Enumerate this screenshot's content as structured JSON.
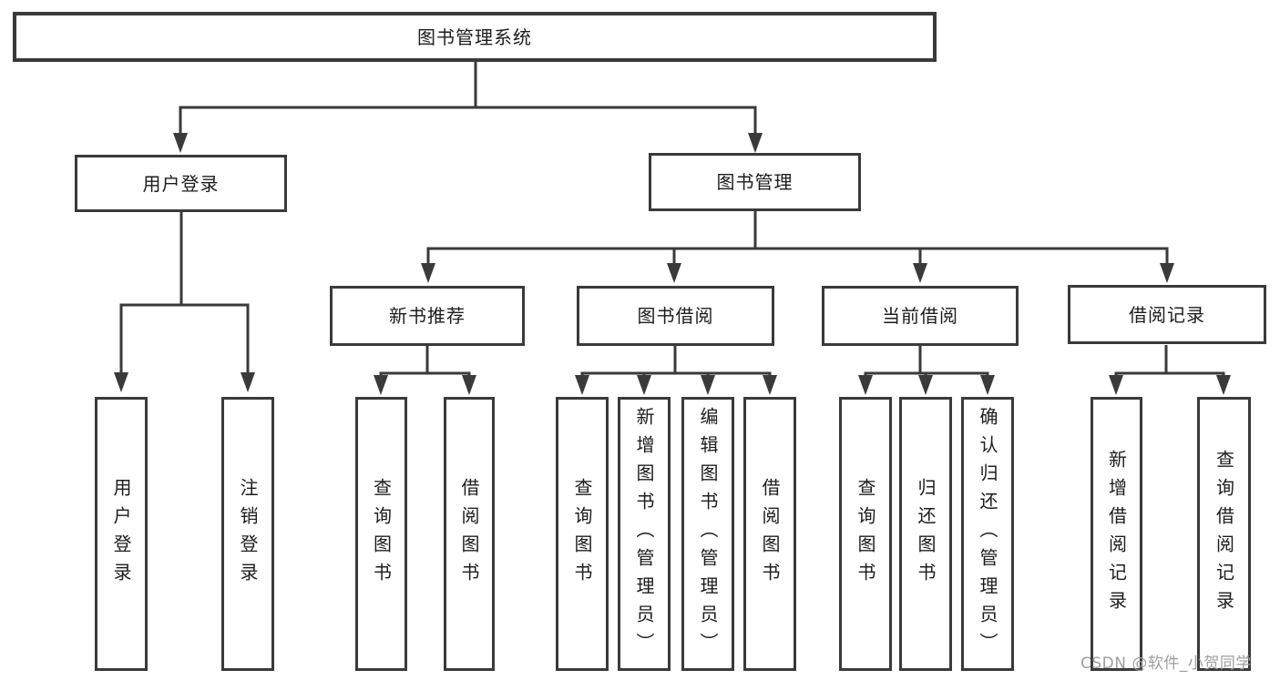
{
  "colors": {
    "line": "#3a3a3a",
    "box_border": "#3a3a3a",
    "text": "#1c1c1c",
    "background": "#ffffff",
    "watermark": "#9e9e9e"
  },
  "diagram": {
    "type": "hierarchy-tree",
    "root": {
      "label": "图书管理系统",
      "children": [
        {
          "label": "用户登录",
          "children": [
            {
              "label": "用户登录"
            },
            {
              "label": "注销登录"
            }
          ]
        },
        {
          "label": "图书管理",
          "children": [
            {
              "label": "新书推荐",
              "children": [
                {
                  "label": "查询图书"
                },
                {
                  "label": "借阅图书"
                }
              ]
            },
            {
              "label": "图书借阅",
              "children": [
                {
                  "label": "查询图书"
                },
                {
                  "label": "新增图书（管理员）"
                },
                {
                  "label": "编辑图书（管理员）"
                },
                {
                  "label": "借阅图书"
                }
              ]
            },
            {
              "label": "当前借阅",
              "children": [
                {
                  "label": "查询图书"
                },
                {
                  "label": "归还图书"
                },
                {
                  "label": "确认归还（管理员）"
                }
              ]
            },
            {
              "label": "借阅记录",
              "children": [
                {
                  "label": "新增借阅记录"
                },
                {
                  "label": "查询借阅记录"
                }
              ]
            }
          ]
        }
      ]
    }
  },
  "watermark": {
    "text": "CSDN @软件_小贺同学"
  }
}
